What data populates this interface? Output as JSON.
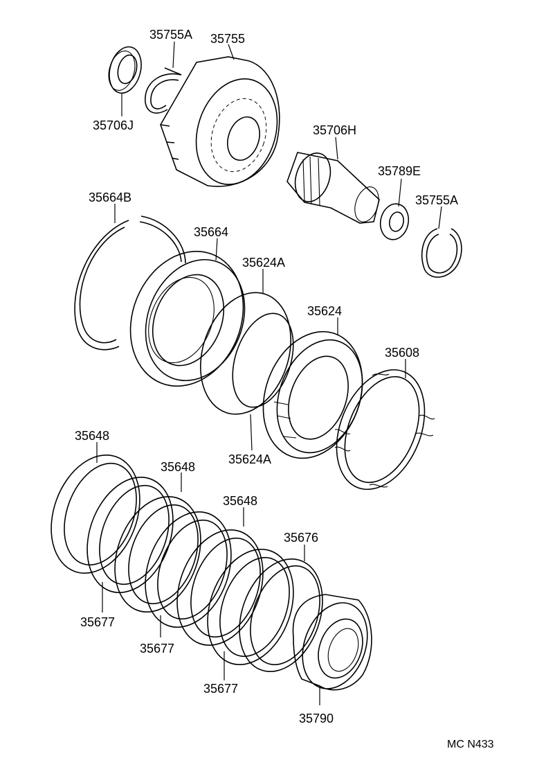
{
  "labels": {
    "p35755A_top": "35755A",
    "p35755": "35755",
    "p35706J": "35706J",
    "p35706H": "35706H",
    "p35789E": "35789E",
    "p35755A_right": "35755A",
    "p35664B": "35664B",
    "p35664": "35664",
    "p35624A_top": "35624A",
    "p35624": "35624",
    "p35608": "35608",
    "p35624A_bottom": "35624A",
    "p35648_a": "35648",
    "p35648_b": "35648",
    "p35648_c": "35648",
    "p35676": "35676",
    "p35677_a": "35677",
    "p35677_b": "35677",
    "p35677_c": "35677",
    "p35790": "35790"
  },
  "footer": {
    "code": "MC N433"
  }
}
